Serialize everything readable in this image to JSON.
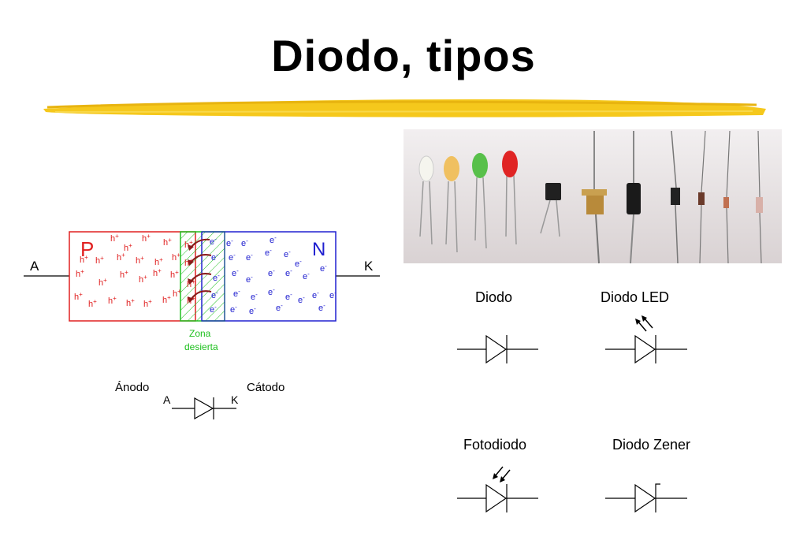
{
  "slide": {
    "title": "Diodo, tipos"
  },
  "junction": {
    "terminal_a": "A",
    "terminal_k": "K",
    "p_label": "P",
    "n_label": "N",
    "hole": "h",
    "hole_sup": "+",
    "electron": "e",
    "electron_sup": "-",
    "zone_line1": "Zona",
    "zone_line2": "desierta",
    "colors": {
      "p": "#e02020",
      "n": "#2020d0",
      "zone": "#20c020",
      "arrow": "#8b1a1a"
    }
  },
  "symbol_main": {
    "anode_label": "Ánodo",
    "cathode_label": "Cátodo",
    "a": "A",
    "k": "K"
  },
  "photo": {
    "description_icons": [
      "led-clear-icon",
      "led-yellow-icon",
      "led-green-icon",
      "led-red-icon",
      "diode-black-small-icon",
      "diode-metal-can-icon",
      "diode-black-large-icon",
      "diode-glass-icon",
      "diode-small-icon",
      "diode-tiny-icon"
    ]
  },
  "types": [
    {
      "label": "Diodo"
    },
    {
      "label": "Diodo LED"
    },
    {
      "label": "Fotodiodo"
    },
    {
      "label": "Diodo Zener"
    }
  ],
  "colors": {
    "accent_stroke": "#f2c418"
  }
}
